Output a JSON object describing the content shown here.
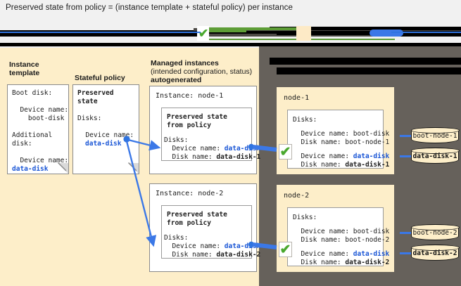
{
  "caption": "Preserved state from policy = (instance template + stateful policy) per instance",
  "colors": {
    "cream": "#fdeec9",
    "gray_panel": "#66615b",
    "accent_blue": "#3b78e7",
    "link_blue": "#1a56d6",
    "check_green": "#4aa82e",
    "page_bg": "#f1f1f1"
  },
  "sections": {
    "instance_template": {
      "title_line1": "Instance",
      "title_line2": "template",
      "note_lines": [
        "Boot disk:",
        "",
        "  Device name:",
        "    boot-disk",
        "",
        "Additional",
        "disk:",
        "",
        "  Device name:",
        "    data-disk"
      ],
      "highlight": "data-disk"
    },
    "stateful_policy": {
      "title": "Stateful policy",
      "note_heading_line1": "Preserved",
      "note_heading_line2": "state",
      "note_lines": [
        "Disks:",
        "",
        "  Device name:",
        "    data-disk"
      ],
      "highlight": "data-disk"
    },
    "managed_instances": {
      "title": "Managed instances",
      "subtitle": "(intended configuration, status)",
      "subtitle_bold": "autogenerated",
      "instances": [
        {
          "label": "Instance: node-1",
          "inner_heading_line1": "Preserved state",
          "inner_heading_line2": "from policy",
          "disks_label": "Disks:",
          "device_name_label": "  Device name: ",
          "device_name_value": "data-disk",
          "disk_name_label": "  Disk name: ",
          "disk_name_value": "data-disk-1"
        },
        {
          "label": "Instance: node-2",
          "inner_heading_line1": "Preserved state",
          "inner_heading_line2": "from policy",
          "disks_label": "Disks:",
          "device_name_label": "  Device name: ",
          "device_name_value": "data-disk",
          "disk_name_label": "  Disk name: ",
          "disk_name_value": "data-disk-2"
        }
      ]
    },
    "right_panel": {
      "redacted_line_1": "",
      "redacted_line_2": "",
      "nodes": [
        {
          "name": "node-1",
          "disks_label": "Disks:",
          "boot_device_label": "  Device name: ",
          "boot_device_value": "boot-disk",
          "boot_disk_label": "  Disk name: ",
          "boot_disk_value": "boot-node-1",
          "data_device_label": "  Device name: ",
          "data_device_value": "data-disk",
          "data_disk_label": "  Disk name: ",
          "data_disk_value": "data-disk-1",
          "cylinders": [
            "boot-node-1",
            "data-disk-1"
          ],
          "status_icon": "check-mark"
        },
        {
          "name": "node-2",
          "disks_label": "Disks:",
          "boot_device_label": "  Device name: ",
          "boot_device_value": "boot-disk",
          "boot_disk_label": "  Disk name: ",
          "boot_disk_value": "boot-node-2",
          "data_device_label": "  Device name: ",
          "data_device_value": "data-disk",
          "data_disk_label": "  Disk name: ",
          "data_disk_value": "data-disk-2",
          "cylinders": [
            "boot-node-2",
            "data-disk-2"
          ],
          "status_icon": "check-mark"
        }
      ]
    }
  }
}
